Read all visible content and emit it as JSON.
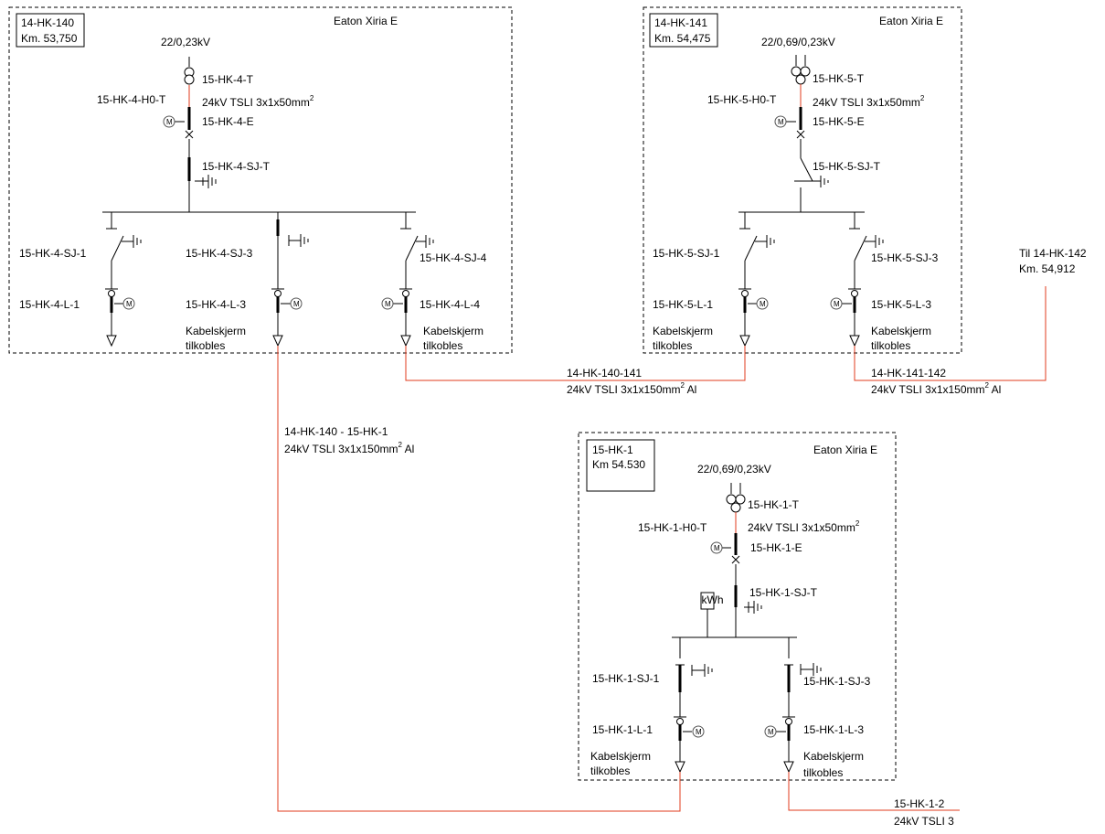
{
  "stations": {
    "s140": {
      "id": "14-HK-140",
      "km": "Km. 53,750",
      "vendor": "Eaton Xiria E",
      "voltage": "22/0,23kV",
      "transformer": "15-HK-4-T",
      "ho": "15-HK-4-H0-T",
      "tcable": "24kV TSLI 3x1x50mm",
      "tcable_sup": "2",
      "e": "15-HK-4-E",
      "sjt": "15-HK-4-SJ-T",
      "sj1": "15-HK-4-SJ-1",
      "sj3": "15-HK-4-SJ-3",
      "sj4": "15-HK-4-SJ-4",
      "l1": "15-HK-4-L-1",
      "l3": "15-HK-4-L-3",
      "l4": "15-HK-4-L-4",
      "note1": "Kabelskjerm",
      "note2": "tilkobles",
      "note3": "Kabelskjerm",
      "note4": "tilkobles"
    },
    "s141": {
      "id": "14-HK-141",
      "km": "Km. 54,475",
      "vendor": "Eaton Xiria E",
      "voltage": "22/0,69/0,23kV",
      "transformer": "15-HK-5-T",
      "ho": "15-HK-5-H0-T",
      "tcable": "24kV TSLI 3x1x50mm",
      "tcable_sup": "2",
      "e": "15-HK-5-E",
      "sjt": "15-HK-5-SJ-T",
      "sj1": "15-HK-5-SJ-1",
      "sj3": "15-HK-5-SJ-3",
      "l1": "15-HK-5-L-1",
      "l3": "15-HK-5-L-3",
      "note1": "Kabelskjerm",
      "note2": "tilkobles",
      "note3": "Kabelskjerm",
      "note4": "tilkobles"
    },
    "s1": {
      "id": "15-HK-1",
      "km": "Km 54.530",
      "vendor": "Eaton Xiria E",
      "voltage": "22/0,69/0,23kV",
      "transformer": "15-HK-1-T",
      "ho": "15-HK-1-H0-T",
      "tcable": "24kV TSLI 3x1x50mm",
      "tcable_sup": "2",
      "e": "15-HK-1-E",
      "sjt": "15-HK-1-SJ-T",
      "sj1": "15-HK-1-SJ-1",
      "sj3": "15-HK-1-SJ-3",
      "l1": "15-HK-1-L-1",
      "l3": "15-HK-1-L-3",
      "meter": "kWh",
      "note1": "Kabelskjerm",
      "note2": "tilkobles",
      "note3": "Kabelskjerm",
      "note4": "tilkobles"
    }
  },
  "cables": {
    "c140_141_name": "14-HK-140-141",
    "c140_141_spec": "24kV TSLI 3x1x150mm",
    "c140_141_sup": "2",
    "c140_141_suffix": " Al",
    "c141_142_name": "14-HK-141-142",
    "c141_142_spec": "24kV TSLI 3x1x150mm",
    "c141_142_sup": "2",
    "c141_142_suffix": " Al",
    "c140_1_name": "14-HK-140 - 15-HK-1",
    "c140_1_spec": "24kV TSLI 3x1x150mm",
    "c140_1_sup": "2",
    "c140_1_suffix": " Al",
    "c1_2_name": "15-HK-1-2",
    "c1_2_spec": "24kV TSLI 3"
  },
  "external": {
    "to_label": "Til 14-HK-142",
    "to_km": "Km. 54,912"
  },
  "symbols": {
    "motor": "M"
  },
  "colors": {
    "cable": "#e03b1c",
    "line": "#000000"
  }
}
